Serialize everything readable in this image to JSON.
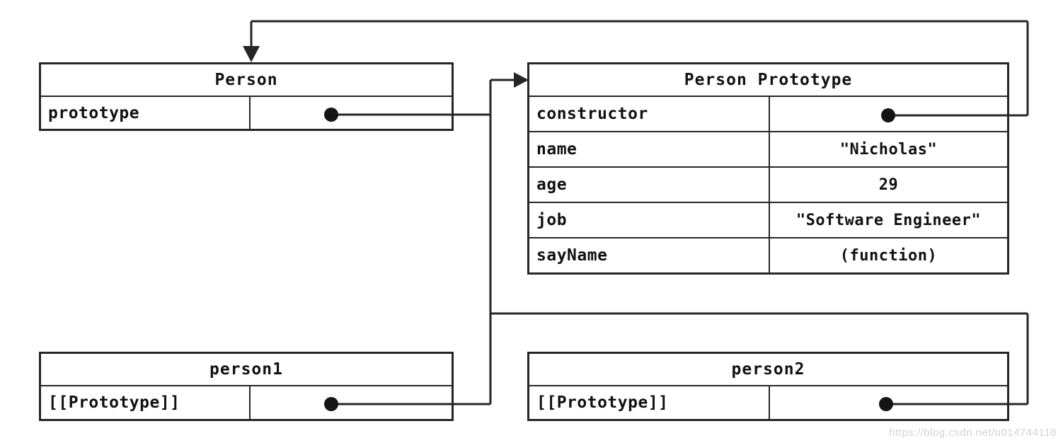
{
  "diagram": {
    "person": {
      "title": "Person",
      "rows": [
        {
          "label": "prototype",
          "value": "pointer"
        }
      ]
    },
    "person_prototype": {
      "title": "Person Prototype",
      "rows": [
        {
          "label": "constructor",
          "value": "pointer"
        },
        {
          "label": "name",
          "value": "\"Nicholas\""
        },
        {
          "label": "age",
          "value": "29"
        },
        {
          "label": "job",
          "value": "\"Software Engineer\""
        },
        {
          "label": "sayName",
          "value": "(function)"
        }
      ]
    },
    "person1": {
      "title": "person1",
      "rows": [
        {
          "label": "[[Prototype]]",
          "value": "pointer"
        }
      ]
    },
    "person2": {
      "title": "person2",
      "rows": [
        {
          "label": "[[Prototype]]",
          "value": "pointer"
        }
      ]
    }
  },
  "watermark": "https://blog.csdn.net/u014744118",
  "colors": {
    "line": "#262626",
    "dot": "#151515",
    "background": "#ffffff",
    "watermark": "#cdd3da"
  }
}
